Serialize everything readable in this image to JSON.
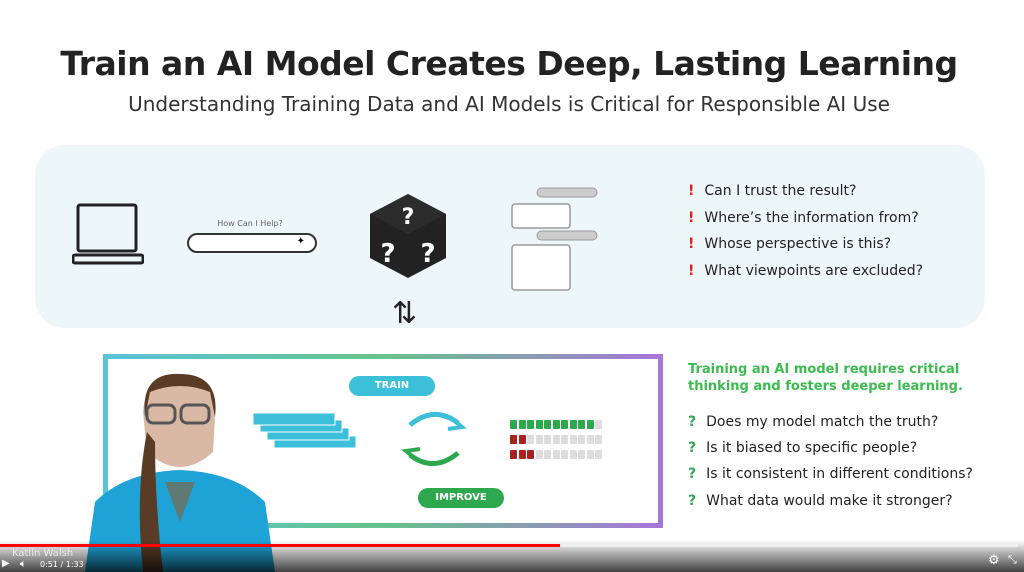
{
  "slide": {
    "title": "Train an AI Model Creates Deep, Lasting Learning",
    "subtitle": "Understanding Training Data and AI Models is Critical for Responsible AI Use",
    "prompt_label": "How Can I Help?",
    "question_mark": "!",
    "questions": [
      "Can I trust the result?",
      "Where’s the information from?",
      "Whose perspective is this?",
      "What viewpoints are excluded?"
    ],
    "train_label": "TRAIN",
    "improve_label": "IMPROVE",
    "callout": "Training an AI model requires critical thinking and fosters deeper learning.",
    "check_mark": "?",
    "checks": [
      "Does my model match the truth?",
      "Is it biased to specific people?",
      "Is it consistent in different conditions?",
      "What data would make it stronger?"
    ],
    "score_rows": [
      {
        "filled": 10,
        "total": 11,
        "color": "#2ea84f"
      },
      {
        "filled": 2,
        "total": 11,
        "color": "#a82222"
      },
      {
        "filled": 3,
        "total": 11,
        "color": "#a82222"
      }
    ]
  },
  "presenter": {
    "name": "Katlin Walsh"
  },
  "player": {
    "time": "0:51 / 1:33",
    "progress": 0.55,
    "accent": "#ff0000"
  }
}
